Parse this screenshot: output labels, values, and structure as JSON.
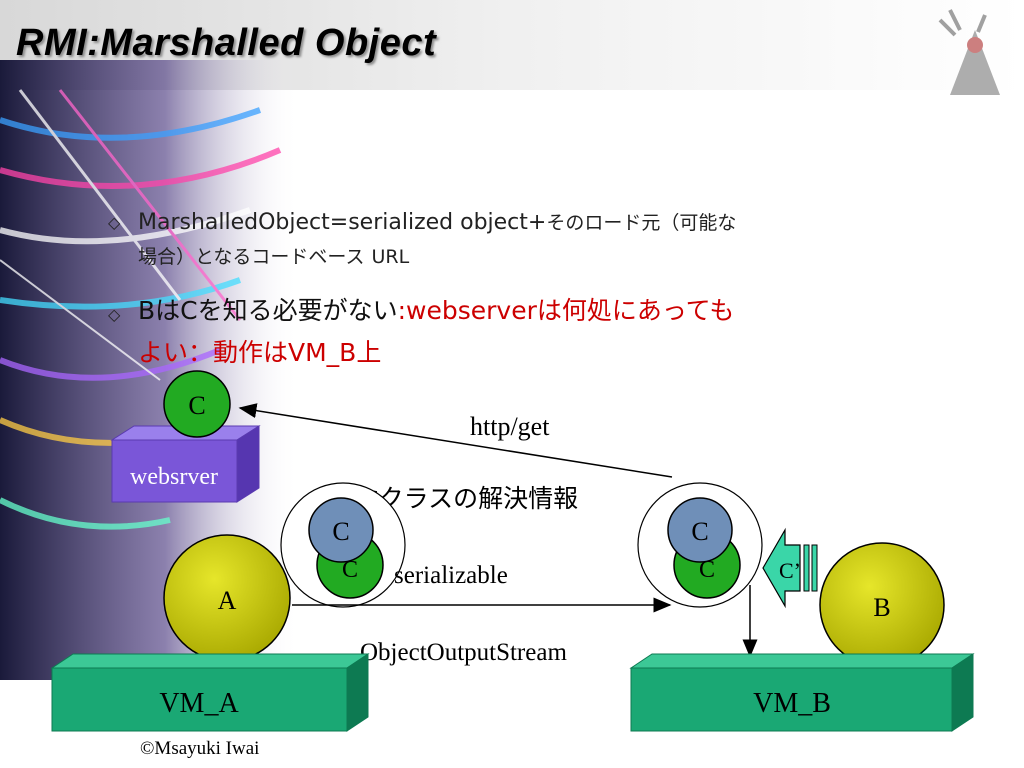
{
  "title": "RMI:Marshalled Object",
  "bullets": {
    "b1": {
      "text_a": "MarshalledObject=serialized object+",
      "text_b": "そのロード元（可能な",
      "text_c": "場合）となるコードベース",
      "text_d": "URL"
    },
    "b2": {
      "text_a": "BはCを知る必要がない",
      "text_b": ":webserverは何処にあっても",
      "text_c": "よい：動作はVM_B上"
    }
  },
  "diagram": {
    "webserver_label": "websrver",
    "c_label": "C",
    "c_prime_label": "C’",
    "a_label": "A",
    "b_label": "B",
    "vm_a_label": "VM_A",
    "vm_b_label": "VM_B",
    "http_label": "http/get",
    "class_info_label": "Cクラスの解決情報",
    "serializable_label": "serializable",
    "oos_label": "ObjectOutputStream"
  },
  "colors": {
    "vm_green": "#1aa874",
    "vm_green_dark": "#0d7a52",
    "ball_yellow": "#c8c800",
    "c_green": "#22aa22",
    "c_blue": "#6f8fb8",
    "webserver_purple": "#7a56d8",
    "cprime_teal": "#3ad6a8",
    "red": "#cc0000"
  },
  "copyright": "©Msayuki Iwai"
}
